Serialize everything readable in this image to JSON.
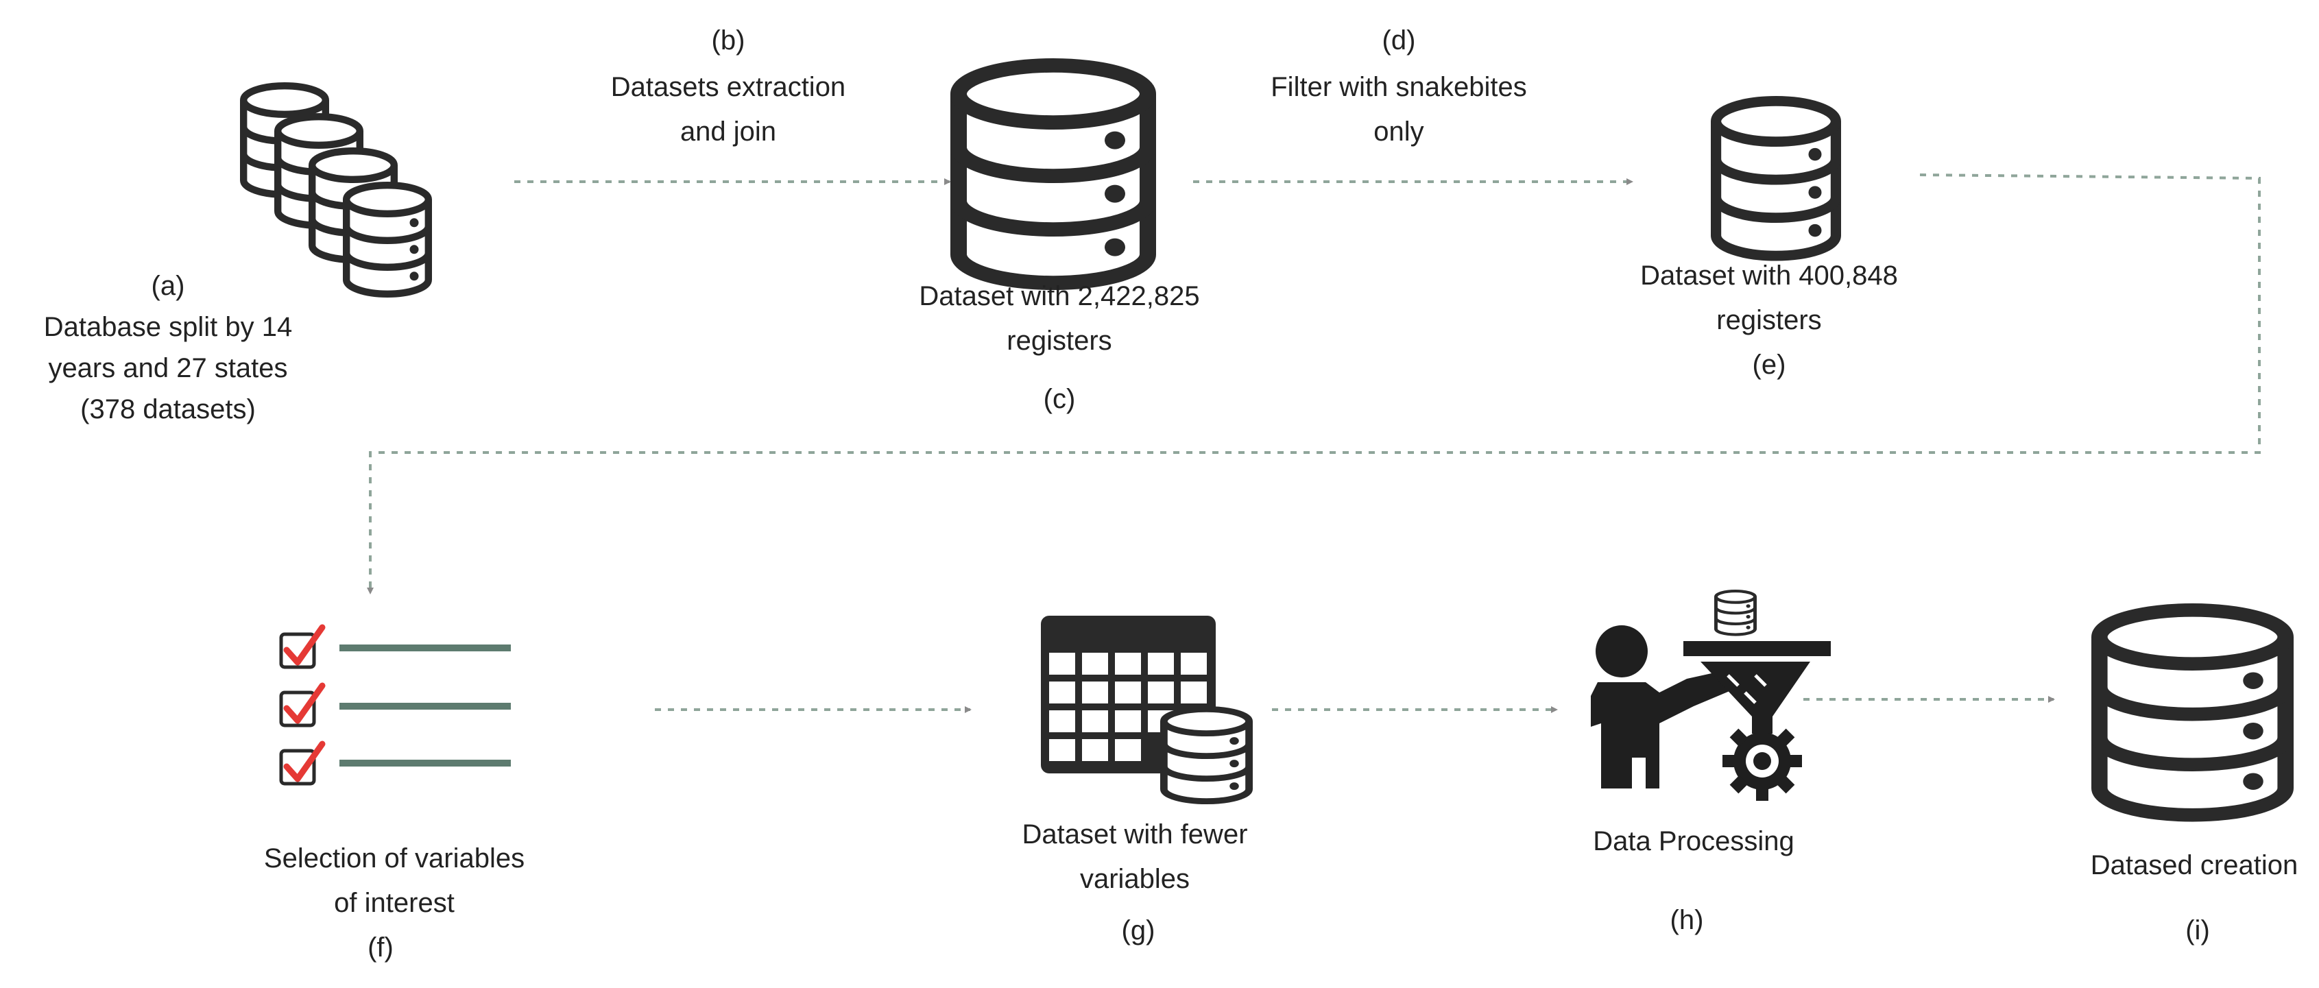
{
  "steps": {
    "a": {
      "letter": "(a)",
      "lines": [
        "Database split by 14",
        "years and 27 states",
        "(378 datasets)"
      ]
    },
    "b": {
      "letter": "(b)",
      "lines": [
        "Datasets extraction",
        "and join"
      ]
    },
    "c": {
      "letter": "(c)",
      "lines": [
        "Dataset with 2,422,825",
        "registers"
      ]
    },
    "d": {
      "letter": "(d)",
      "lines": [
        "Filter with snakebites",
        "only"
      ]
    },
    "e": {
      "letter": "(e)",
      "lines": [
        "Dataset with 400,848",
        "registers"
      ]
    },
    "f": {
      "letter": "(f)",
      "lines": [
        "Selection of variables",
        "of interest"
      ]
    },
    "g": {
      "letter": "(g)",
      "lines": [
        "Dataset with fewer",
        "variables"
      ]
    },
    "h": {
      "letter": "(h)",
      "lines": [
        "Data Processing"
      ]
    },
    "i": {
      "letter": "(i)",
      "lines": [
        "Datased creation"
      ]
    }
  },
  "icons": {
    "a": "stacked-databases-icon",
    "c": "database-icon",
    "e": "database-icon",
    "f": "checklist-icon",
    "g": "table-with-database-icon",
    "h": "person-with-funnel-and-gear-icon",
    "i": "database-icon"
  },
  "colors": {
    "icon": "#2a2a2a",
    "arrow": "#8fa59a",
    "check": "#e53935",
    "list_line": "#5d7b6f"
  }
}
